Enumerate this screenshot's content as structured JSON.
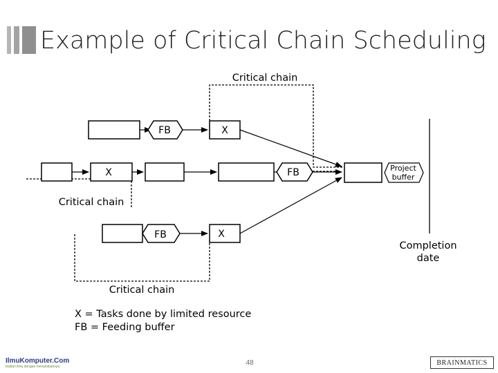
{
  "slide": {
    "title": "Example of Critical Chain Scheduling",
    "page_number": "48"
  },
  "diagram": {
    "labels": {
      "critical_chain_top": "Critical chain",
      "critical_chain_left": "Critical chain",
      "critical_chain_bottom": "Critical chain",
      "completion_date_line1": "Completion",
      "completion_date_line2": "date"
    },
    "top_row": {
      "buffer": "FB",
      "task": "X"
    },
    "middle_row": {
      "task": "X",
      "buffer": "FB"
    },
    "bottom_row": {
      "buffer": "FB",
      "task": "X"
    },
    "project_buffer": {
      "line1": "Project",
      "line2": "buffer"
    }
  },
  "legend": {
    "line1": "X = Tasks done by limited resource",
    "line2": "FB = Feeding buffer"
  },
  "footer": {
    "left_logo_name": "IlmuKomputer.Com",
    "left_logo_tagline": "Ikatlah ilmu dengan menuliskannya",
    "right_logo": "BRAINMATICS"
  },
  "colors": {
    "title_bars": "#9a9a9a",
    "lines": "#000000"
  }
}
